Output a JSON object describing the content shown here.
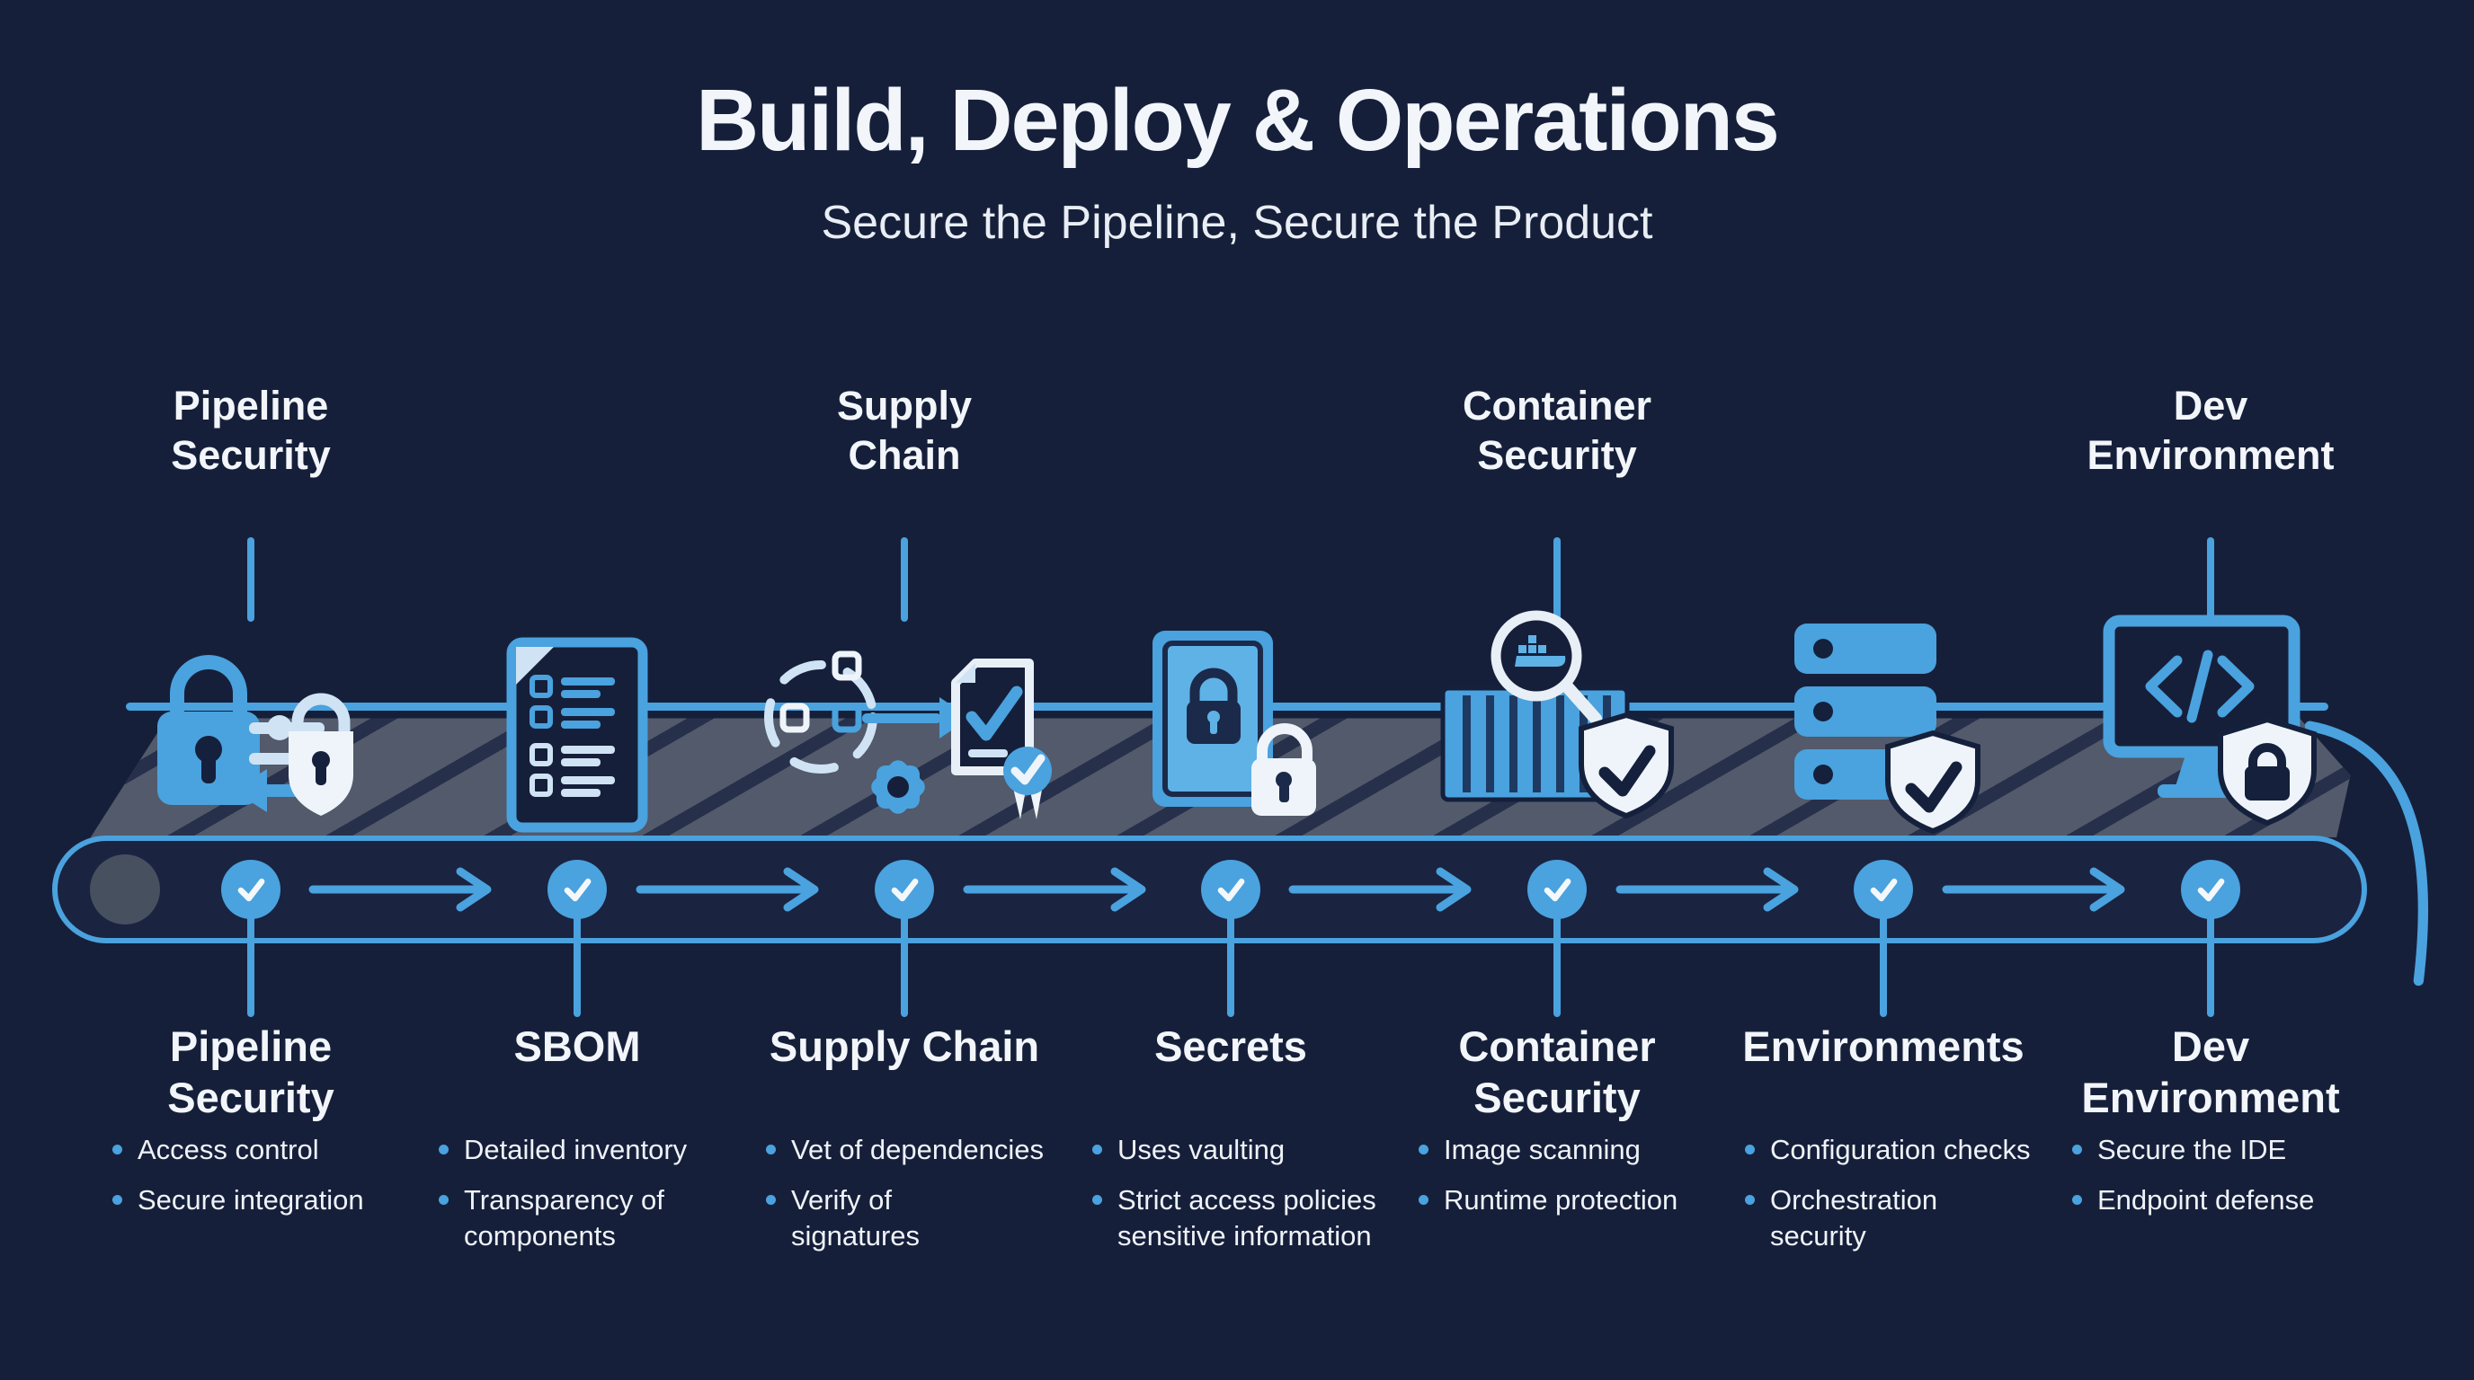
{
  "title": "Build, Deploy & Operations",
  "subtitle": "Secure the Pipeline, Secure the Product",
  "top_labels": [
    {
      "text": "Pipeline\nSecurity"
    },
    {
      "text": "Supply\nChain"
    },
    {
      "text": "Container\nSecurity"
    },
    {
      "text": "Dev\nEnvironment"
    }
  ],
  "stages": [
    {
      "heading": "Pipeline\nSecurity",
      "icon": "pipeline-security-icon",
      "bullets": [
        "Access control",
        "Secure integration"
      ]
    },
    {
      "heading": "SBOM",
      "icon": "sbom-document-icon",
      "bullets": [
        "Detailed inventory",
        "Transparency of\ncomponents"
      ]
    },
    {
      "heading": "Supply Chain",
      "icon": "supply-chain-icon",
      "bullets": [
        "Vet of dependencies",
        "Verify of\nsignatures"
      ]
    },
    {
      "heading": "Secrets",
      "icon": "secrets-vault-icon",
      "bullets": [
        "Uses vaulting",
        "Strict access policies\nsensitive information"
      ]
    },
    {
      "heading": "Container\nSecurity",
      "icon": "container-security-icon",
      "bullets": [
        "Image scanning",
        "Runtime protection"
      ]
    },
    {
      "heading": "Environments",
      "icon": "environments-servers-icon",
      "bullets": [
        "Configuration checks",
        "Orchestration\nsecurity"
      ]
    },
    {
      "heading": "Dev\nEnvironment",
      "icon": "dev-environment-icon",
      "bullets": [
        "Secure the IDE",
        "Endpoint defense"
      ]
    }
  ],
  "belt": {
    "checkpoint_count": 7,
    "checkpoint_icon": "check-icon",
    "connector_icon": "arrow-right-icon",
    "roller_icon": "roller-wheel"
  },
  "colors": {
    "background": "#161f3a",
    "accent_blue": "#4aa2de",
    "light_blue": "#cfe3f4",
    "white": "#f2f6fa",
    "belt_gray": "#525a6b",
    "belt_stripe": "#27304b",
    "band_navy": "#1a2340"
  }
}
